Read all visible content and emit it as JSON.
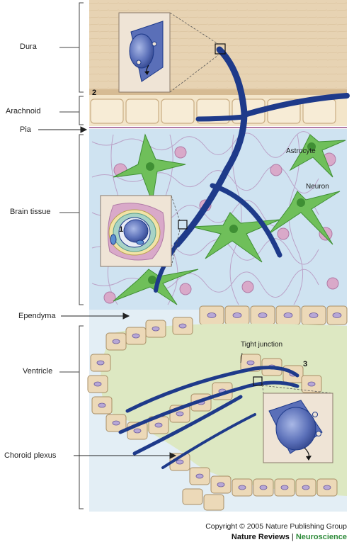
{
  "labels": {
    "dura": "Dura",
    "arachnoid": "Arachnoid",
    "pia": "Pia",
    "brain_tissue": "Brain tissue",
    "ependyma": "Ependyma",
    "ventricle": "Ventricle",
    "choroid_plexus": "Choroid plexus"
  },
  "inner_labels": {
    "astrocyte": "Astrocyte",
    "neuron": "Neuron",
    "tight_junction": "Tight junction"
  },
  "numbers": {
    "n1": "1",
    "n2": "2",
    "n3": "3"
  },
  "credit": {
    "copyright": "Copyright © 2005 Nature Publishing Group",
    "journal": "Nature Reviews",
    "separator": " | ",
    "section": "Neuroscience"
  },
  "colors": {
    "dura": "#e7d3b3",
    "brain": "#cfe3f1",
    "ventricle": "#dde8c2",
    "vessel": "#1e3a8a",
    "astrocyte": "#6fbf5a",
    "neuron": "#d9a9c9",
    "cell": "#ecd9b8",
    "accent": "#2e8b3a"
  }
}
